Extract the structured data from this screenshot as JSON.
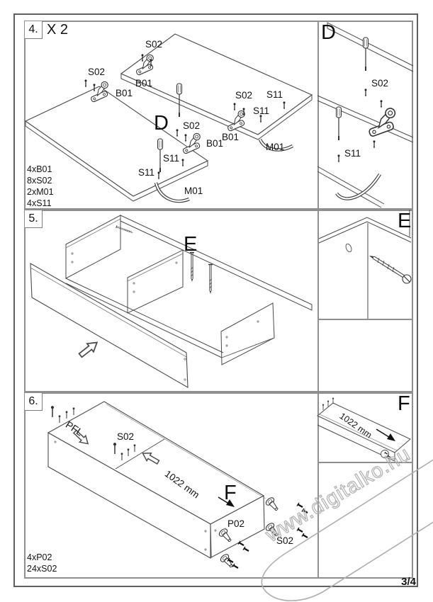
{
  "page": {
    "number": "3/4",
    "watermark": "www.digitalko.hu"
  },
  "step4": {
    "index": "4.",
    "multiplier": "X 2",
    "big_ref": "D",
    "callouts": {
      "s02_a": "S02",
      "b01_a": "B01",
      "s02_b": "S02",
      "b01_b": "B01",
      "s02_c": "S02",
      "b01_c": "B01",
      "s11_a": "S11",
      "s11_b": "S11",
      "m01_a": "M01",
      "s02_d": "S02",
      "s11_c": "S11",
      "s11_d": "S11",
      "b01_d": "B01",
      "m01_b": "M01"
    },
    "parts": [
      "4xB01",
      "8xS02",
      "2xM01",
      "4xS11"
    ]
  },
  "detail_d": {
    "title": "D",
    "s02": "S02",
    "s11": "S11"
  },
  "step5": {
    "index": "5.",
    "big_ref": "E"
  },
  "detail_e": {
    "title": "E"
  },
  "step6": {
    "index": "6.",
    "big_ref": "F",
    "pfl": "PFL",
    "s02_top": "S02",
    "length": "1022 mm",
    "p02": "P02",
    "s02_feet": "S02",
    "parts": [
      "4xP02",
      "24xS02"
    ]
  },
  "detail_f": {
    "title": "F",
    "length": "1022 mm"
  }
}
